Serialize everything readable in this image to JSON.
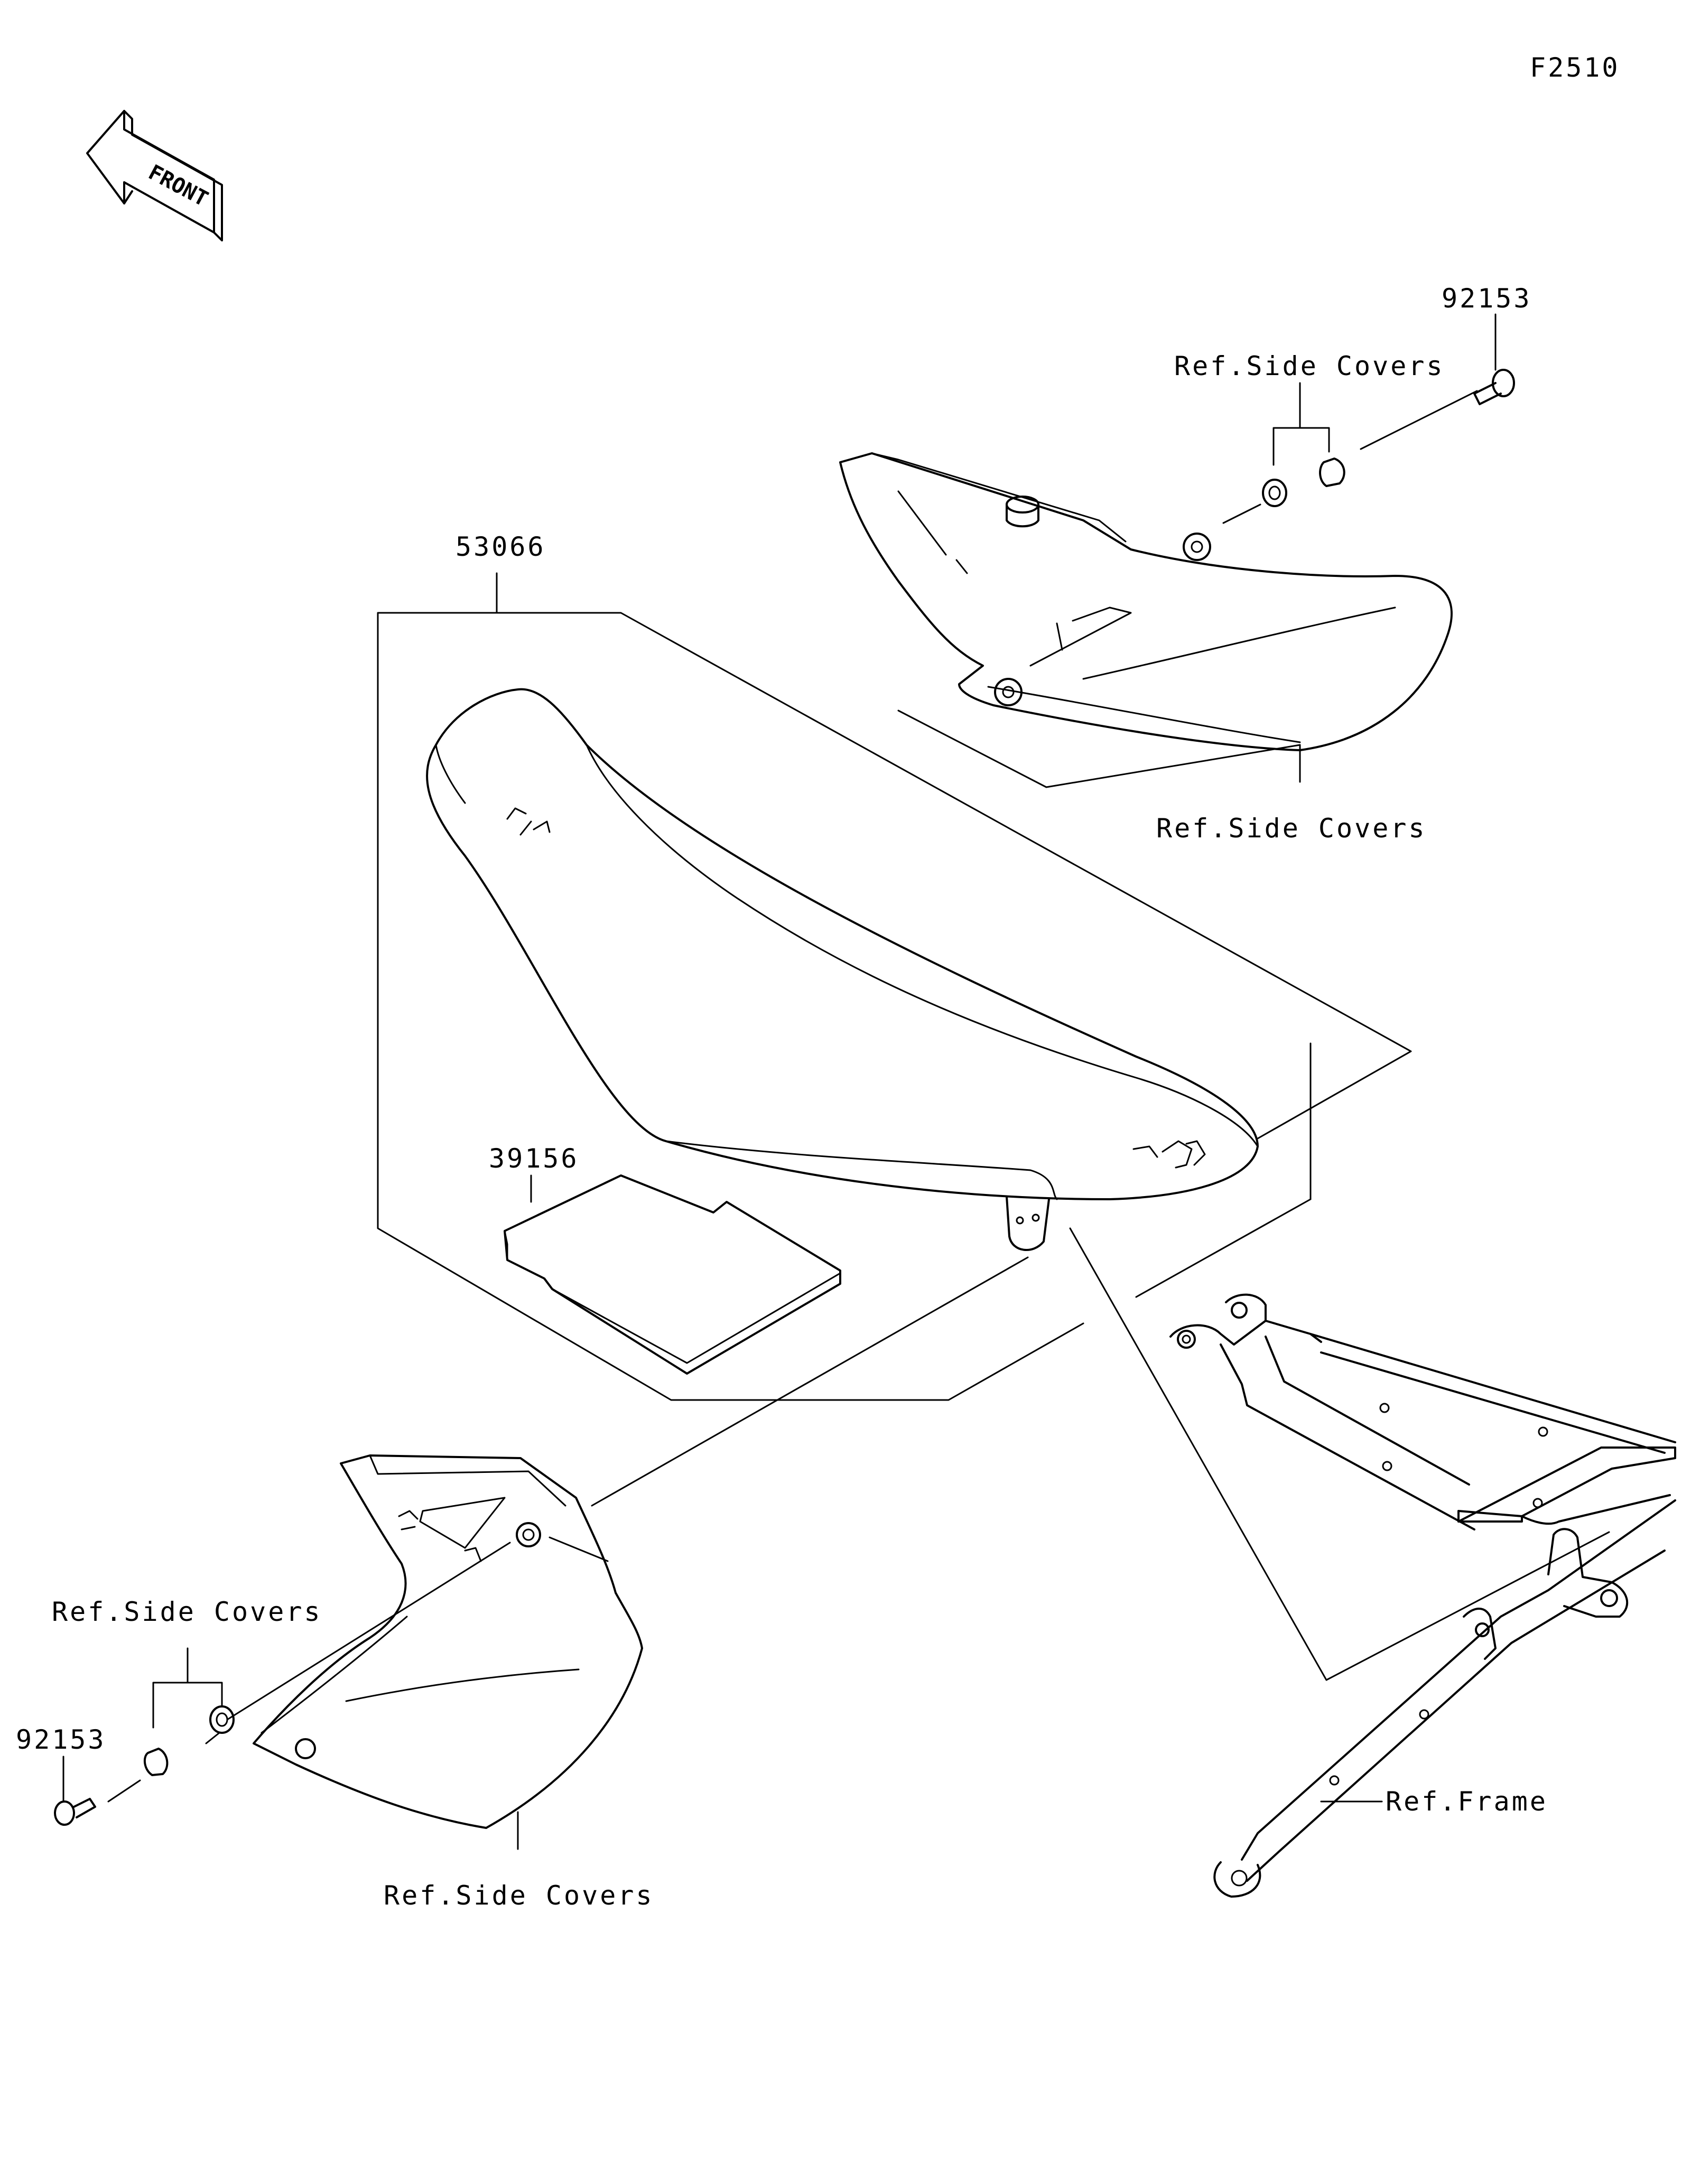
{
  "figure_id": "F2510",
  "front_label": "FRONT",
  "labels": {
    "seat": "53066",
    "seat_pad": "39156",
    "bolt_top": "92153",
    "bolt_left": "92153",
    "ref_side_covers_top_collar": "Ref.Side Covers",
    "ref_side_covers_right_cover": "Ref.Side Covers",
    "ref_side_covers_left_collar": "Ref.Side Covers",
    "ref_side_covers_left_cover": "Ref.Side Covers",
    "ref_frame": "Ref.Frame"
  }
}
